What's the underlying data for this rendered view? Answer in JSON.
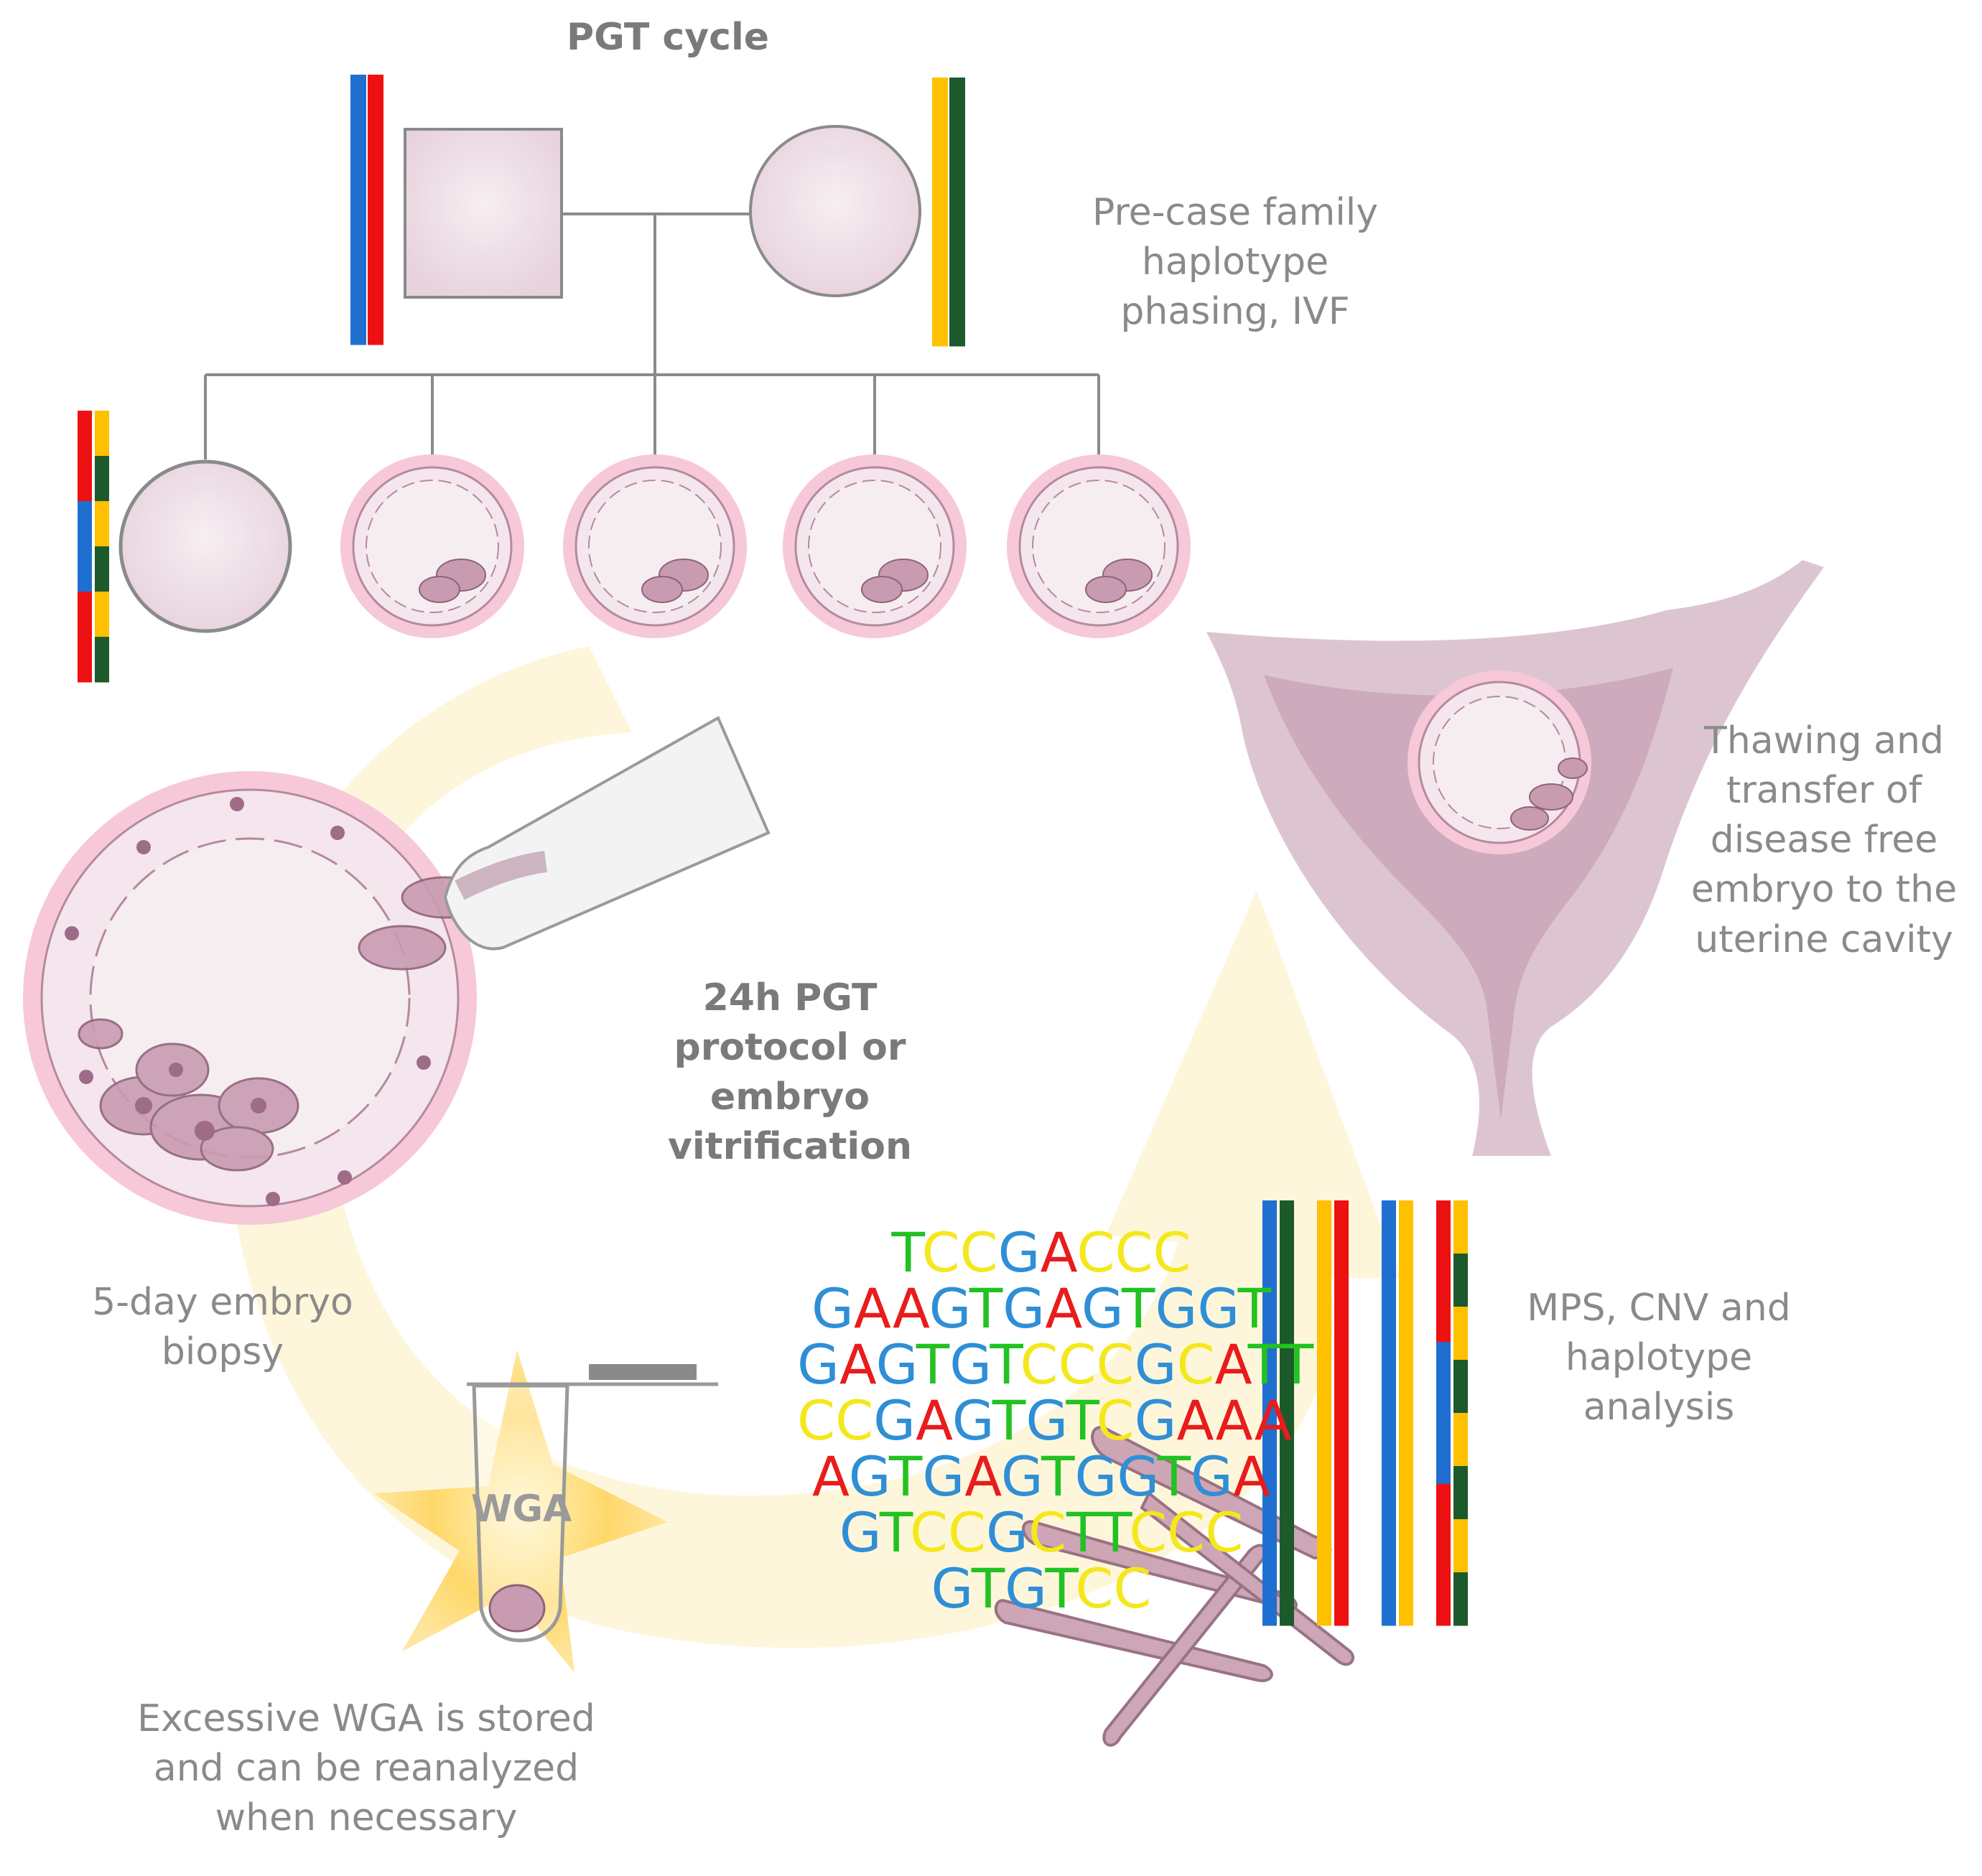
{
  "labels": {
    "title": "PGT cycle",
    "family_phasing": [
      "Pre-case family",
      "haplotype",
      "phasing, IVF"
    ],
    "protocol": [
      "24h PGT",
      "protocol or",
      "embryo",
      "vitrification"
    ],
    "biopsy": [
      "5-day embryo",
      "biopsy"
    ],
    "wga_tube": "WGA",
    "wga_storage": [
      "Excessive WGA is stored",
      "and can be reanalyzed",
      "when necessary"
    ],
    "analysis": [
      "MPS, CNV and",
      "haplotype",
      "analysis"
    ],
    "transfer": [
      "Thawing and",
      "transfer of",
      "disease free",
      "embryo to the",
      "uterine cavity"
    ]
  },
  "dna_sequences": [
    "TCCGACCC",
    "GAAGTGAGTGGT",
    "GAGTGTCCCGCATT",
    "CCGAGTGTCGAAA",
    "AGTGAGTGGTGA",
    "GTCCGCTTCCC",
    "GTGTCC"
  ],
  "colors": {
    "A": "#e81c1c",
    "C": "#f4e81c",
    "G": "#2f8fd6",
    "T": "#22c222",
    "blue": "#1f6fd1",
    "red": "#ee1111",
    "yellow": "#ffc000",
    "green": "#1d5a2b",
    "mauve": "#d2b4c4",
    "pink_ring": "#f7c8d8",
    "arrow": "#fdf1c8"
  },
  "pedigree": {
    "father_chromosomes": [
      "blue",
      "red"
    ],
    "mother_chromosomes": [
      "yellow",
      "green"
    ],
    "child_chromosome_a": [
      "red",
      "blue",
      "red"
    ],
    "child_chromosome_b": [
      "yellow",
      "green",
      "yellow",
      "green",
      "yellow",
      "green"
    ],
    "embryo_count": 4
  },
  "haplotype_bars": [
    [
      "blue",
      "green"
    ],
    [
      "yellow",
      "red"
    ],
    [
      "blue",
      "yellow"
    ],
    [
      "red",
      "blue",
      "red"
    ],
    [
      "yellow",
      "green",
      "yellow",
      "green",
      "yellow",
      "green",
      "yellow",
      "green"
    ]
  ]
}
